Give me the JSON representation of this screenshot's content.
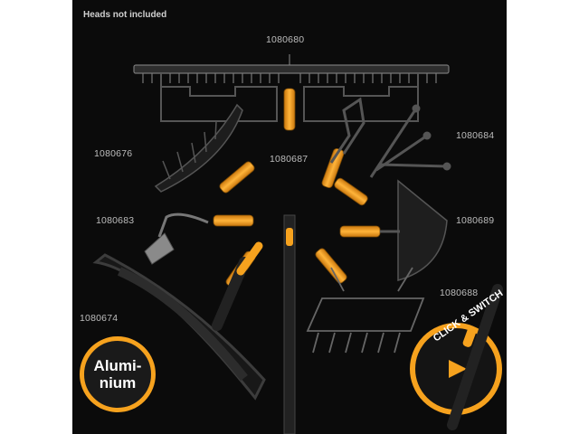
{
  "note": "Heads not included",
  "labels": {
    "l1080680": "1080680",
    "l1080676": "1080676",
    "l1080687": "1080687",
    "l1080684": "1080684",
    "l1080683": "1080683",
    "l1080689": "1080689",
    "l1080674": "1080674",
    "l1080688": "1080688"
  },
  "badge": {
    "line1": "Alumi-",
    "line2": "nium"
  },
  "switch_badge": {
    "text": "CLICK & SWITCH"
  },
  "colors": {
    "accent": "#f6a21e",
    "background": "#0b0b0b",
    "tool": "#3a3a3a",
    "label": "#bdbdbd"
  },
  "icons": [
    "rake-head-icon",
    "connector-icon",
    "handle-icon",
    "click-switch-icon"
  ]
}
